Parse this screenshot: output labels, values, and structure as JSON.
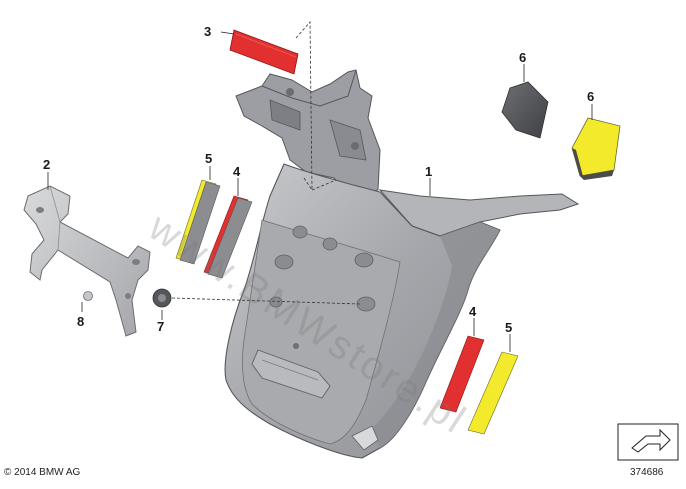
{
  "diagram": {
    "callouts": {
      "part1": "1",
      "part2": "2",
      "part3": "3",
      "part4_upper": "4",
      "part4_lower": "4",
      "part5_upper": "5",
      "part5_lower": "5",
      "part6_left": "6",
      "part6_right": "6",
      "part7": "7",
      "part8": "8"
    },
    "colors": {
      "reflector_red": "#e23030",
      "reflector_yellow": "#f2ea2a",
      "part_grey": "#a7a8ad",
      "pad_dark": "#4f5256"
    }
  },
  "footer": {
    "copyright": "© 2014 BMW AG",
    "image_number": "374686"
  },
  "watermark": "www.BMWstore.pl",
  "nav_icon": "arrow-box-icon"
}
